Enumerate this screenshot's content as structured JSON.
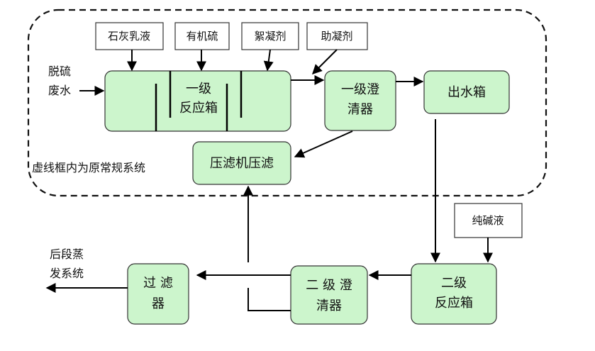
{
  "diagram": {
    "boundary_label": "虚线框内为原常规系统",
    "reagents": {
      "lime_milk": "石灰乳液",
      "organosulfide": "有机硫",
      "flocculant": "絮凝剂",
      "coagulant_aid": "助凝剂",
      "soda_solution": "纯碱液"
    },
    "inflow": {
      "line1": "脱硫",
      "line2": "废水"
    },
    "outflow": {
      "line1": "后段蒸",
      "line2": "发系统"
    },
    "stages": {
      "primary_reactor": {
        "line1": "一级",
        "line2": "反应箱"
      },
      "primary_clarifier": {
        "line1": "一级澄",
        "line2": "清器"
      },
      "outlet_tank": "出水箱",
      "filter_press": "压滤机压滤",
      "secondary_reactor": {
        "line1": "二级",
        "line2": "反应箱"
      },
      "secondary_clarifier": {
        "line1": "二 级 澄",
        "line2": "清器"
      },
      "filter": {
        "line1": "过 滤",
        "line2": "器"
      }
    }
  }
}
